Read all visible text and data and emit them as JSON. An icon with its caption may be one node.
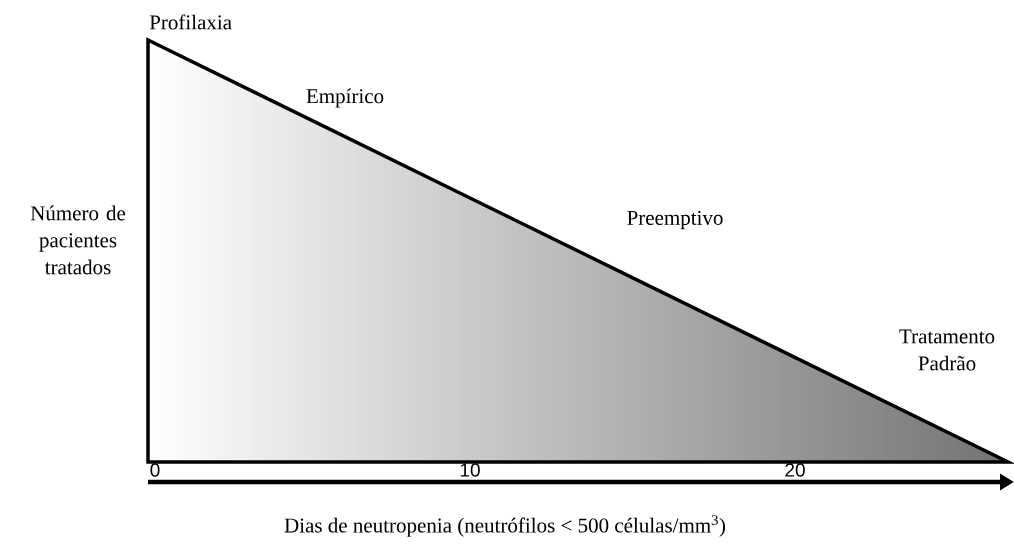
{
  "diagram": {
    "labels": [
      "Profilaxia",
      "Empírico",
      "Número de pacientes tratados",
      "Preemptivo",
      "Tratamento Padrão",
      "0",
      "10",
      "20",
      "Dias de neutropenia (neutrófilos < 500 células/mm$^{3}$)"
    ]
  }
}
